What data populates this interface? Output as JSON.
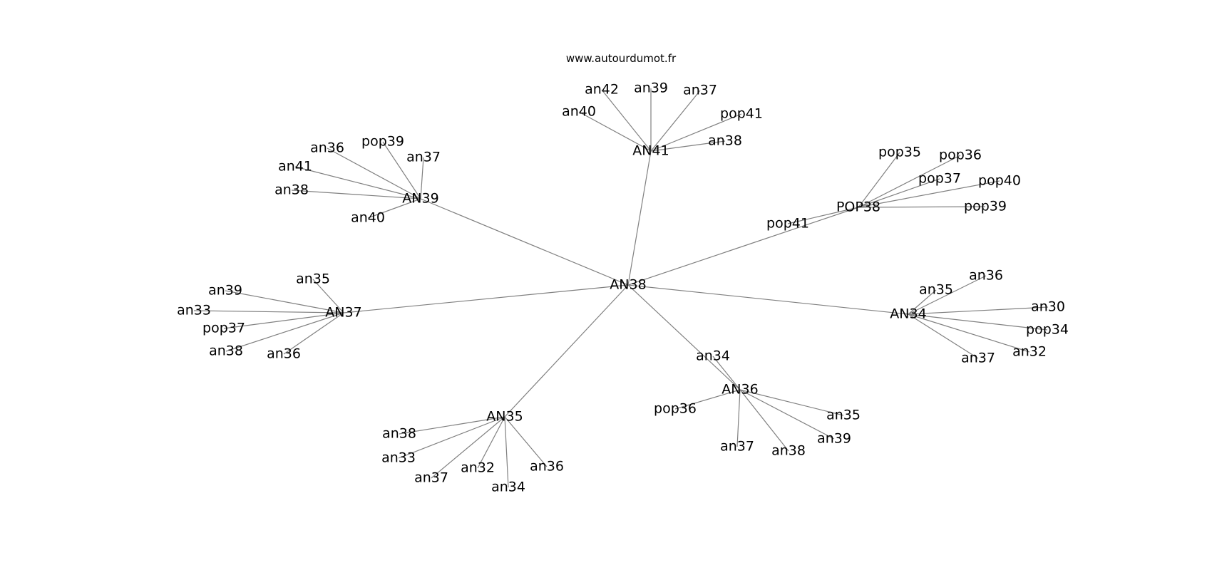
{
  "watermark": "www.autourdumot.fr",
  "colors": {
    "edge": "#808080",
    "text": "#000000",
    "background": "#ffffff"
  },
  "graph": {
    "center": "AN38",
    "hubs": [
      {
        "id": "AN41",
        "label": "AN41",
        "children": [
          "an42",
          "an39",
          "an37",
          "an40",
          "pop41",
          "an38"
        ]
      },
      {
        "id": "AN39",
        "label": "AN39",
        "children": [
          "an36",
          "pop39",
          "an37",
          "an41",
          "an38",
          "an40"
        ]
      },
      {
        "id": "POP38",
        "label": "POP38",
        "children": [
          "pop35",
          "pop36",
          "pop37",
          "pop40",
          "pop39",
          "pop41"
        ]
      },
      {
        "id": "AN37",
        "label": "AN37",
        "children": [
          "an35",
          "an39",
          "an33",
          "pop37",
          "an38",
          "an36"
        ]
      },
      {
        "id": "AN34",
        "label": "AN34",
        "children": [
          "an36",
          "an35",
          "an30",
          "pop34",
          "an32",
          "an37"
        ]
      },
      {
        "id": "AN36",
        "label": "AN36",
        "children": [
          "an34",
          "pop36",
          "an35",
          "an39",
          "an37",
          "an38"
        ]
      },
      {
        "id": "AN35",
        "label": "AN35",
        "children": [
          "an38",
          "an33",
          "an37",
          "an32",
          "an34",
          "an36"
        ]
      }
    ]
  }
}
